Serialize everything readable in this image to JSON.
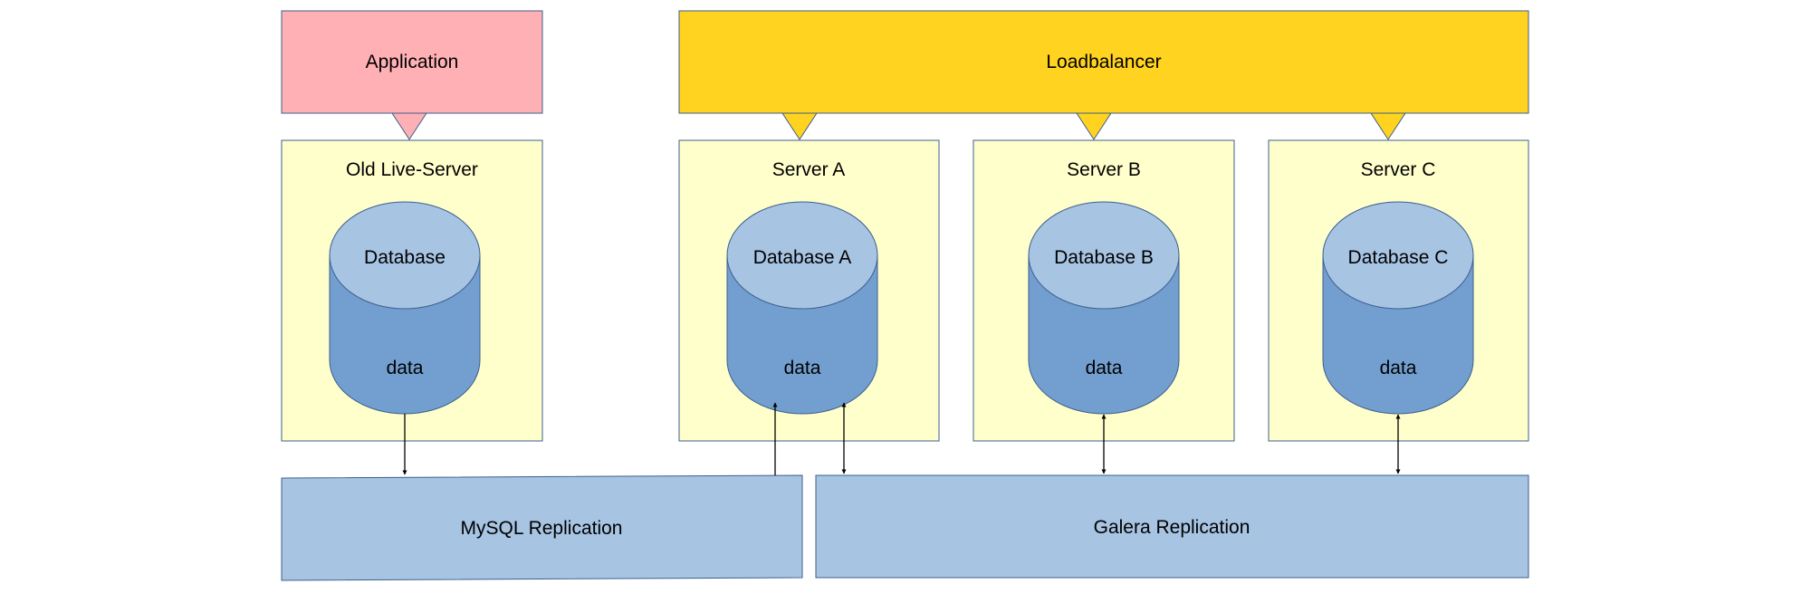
{
  "colors": {
    "application": "#ffb0b4",
    "loadbalancer": "#ffd320",
    "server": "#ffffcc",
    "db_top": "#a7c4e3",
    "db_body": "#729fcf",
    "replication": "#a7c4e3",
    "border": "#3c5f8e"
  },
  "application": {
    "label": "Application"
  },
  "loadbalancer": {
    "label": "Loadbalancer"
  },
  "servers": [
    {
      "title": "Old Live-Server",
      "db_label": "Database",
      "db_data": "data"
    },
    {
      "title": "Server A",
      "db_label": "Database A",
      "db_data": "data"
    },
    {
      "title": "Server B",
      "db_label": "Database B",
      "db_data": "data"
    },
    {
      "title": "Server C",
      "db_label": "Database C",
      "db_data": "data"
    }
  ],
  "replication": {
    "mysql": "MySQL Replication",
    "galera": "Galera Replication"
  }
}
